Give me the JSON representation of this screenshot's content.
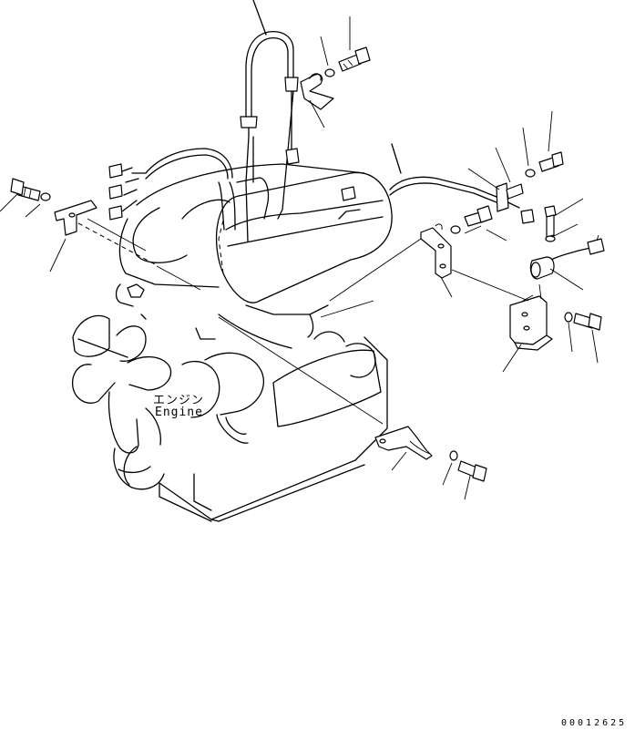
{
  "engine": {
    "label_jp": "エンジン",
    "label_en": "Engine"
  },
  "drawing_number": "00012625"
}
